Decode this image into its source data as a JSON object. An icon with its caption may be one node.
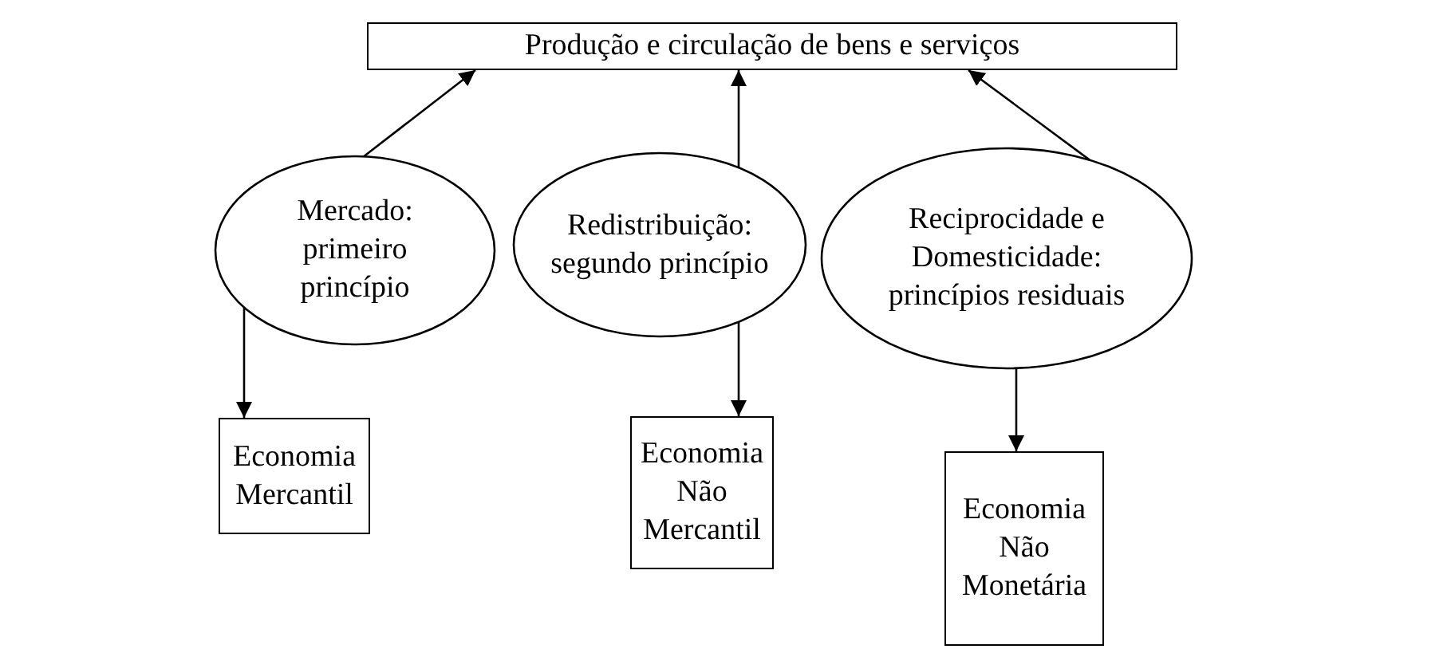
{
  "diagram": {
    "nodes": [
      {
        "text": [
          "Produção e circulação de bens e serviços"
        ]
      },
      {
        "text": [
          "Mercado: primeiro princípio"
        ]
      },
      {
        "text": [
          "Redistribuição: segundo princípio"
        ]
      },
      {
        "text": [
          "Reciprocidade e Domesticidade: princípios residuais"
        ]
      },
      {
        "text": [
          "Economia Mercantil"
        ]
      },
      {
        "text": [
          "Economia Não Mercantil"
        ]
      },
      {
        "text": [
          "Economia Não Monetária"
        ]
      }
    ],
    "edges": [
      {
        "from": 1,
        "to": 0,
        "arrow": "to"
      },
      {
        "from": 2,
        "to": 0,
        "arrow": "to"
      },
      {
        "from": 3,
        "to": 0,
        "arrow": "to"
      },
      {
        "from": 1,
        "to": 4,
        "arrow": "to"
      },
      {
        "from": 2,
        "to": 5,
        "arrow": "to"
      },
      {
        "from": 3,
        "to": 6,
        "arrow": "to"
      }
    ]
  }
}
